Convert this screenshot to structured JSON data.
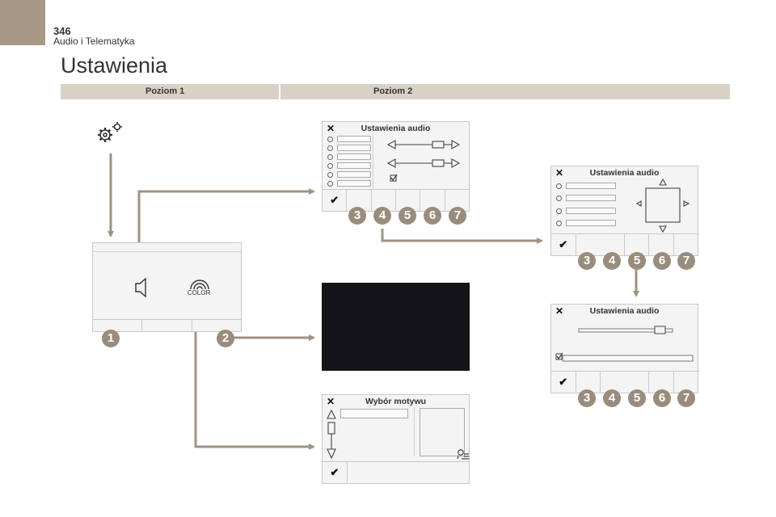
{
  "page": {
    "number": "346",
    "section": "Audio i Telematyka",
    "title": "Ustawienia"
  },
  "levels": {
    "level1": "Poziom 1",
    "level2": "Poziom 2"
  },
  "screens": {
    "audio_a": {
      "title": "Ustawienia audio",
      "close": "✕",
      "ok": "✔"
    },
    "audio_b": {
      "title": "Ustawienia audio",
      "close": "✕",
      "ok": "✔"
    },
    "audio_c": {
      "title": "Ustawienia audio",
      "close": "✕",
      "ok": "✔"
    },
    "theme": {
      "title": "Wybór motywu",
      "close": "✕",
      "ok": "✔"
    }
  },
  "main_screen": {
    "color_label": "COLOR"
  },
  "callouts": {
    "c1": "1",
    "c2": "2",
    "c3": "3",
    "c4": "4",
    "c5": "5",
    "c6": "6",
    "c7": "7"
  },
  "colors": {
    "accent": "#9a8c7d",
    "level_bar": "#d9d1c6",
    "corner": "#a89886",
    "arrow": "#a09282"
  }
}
